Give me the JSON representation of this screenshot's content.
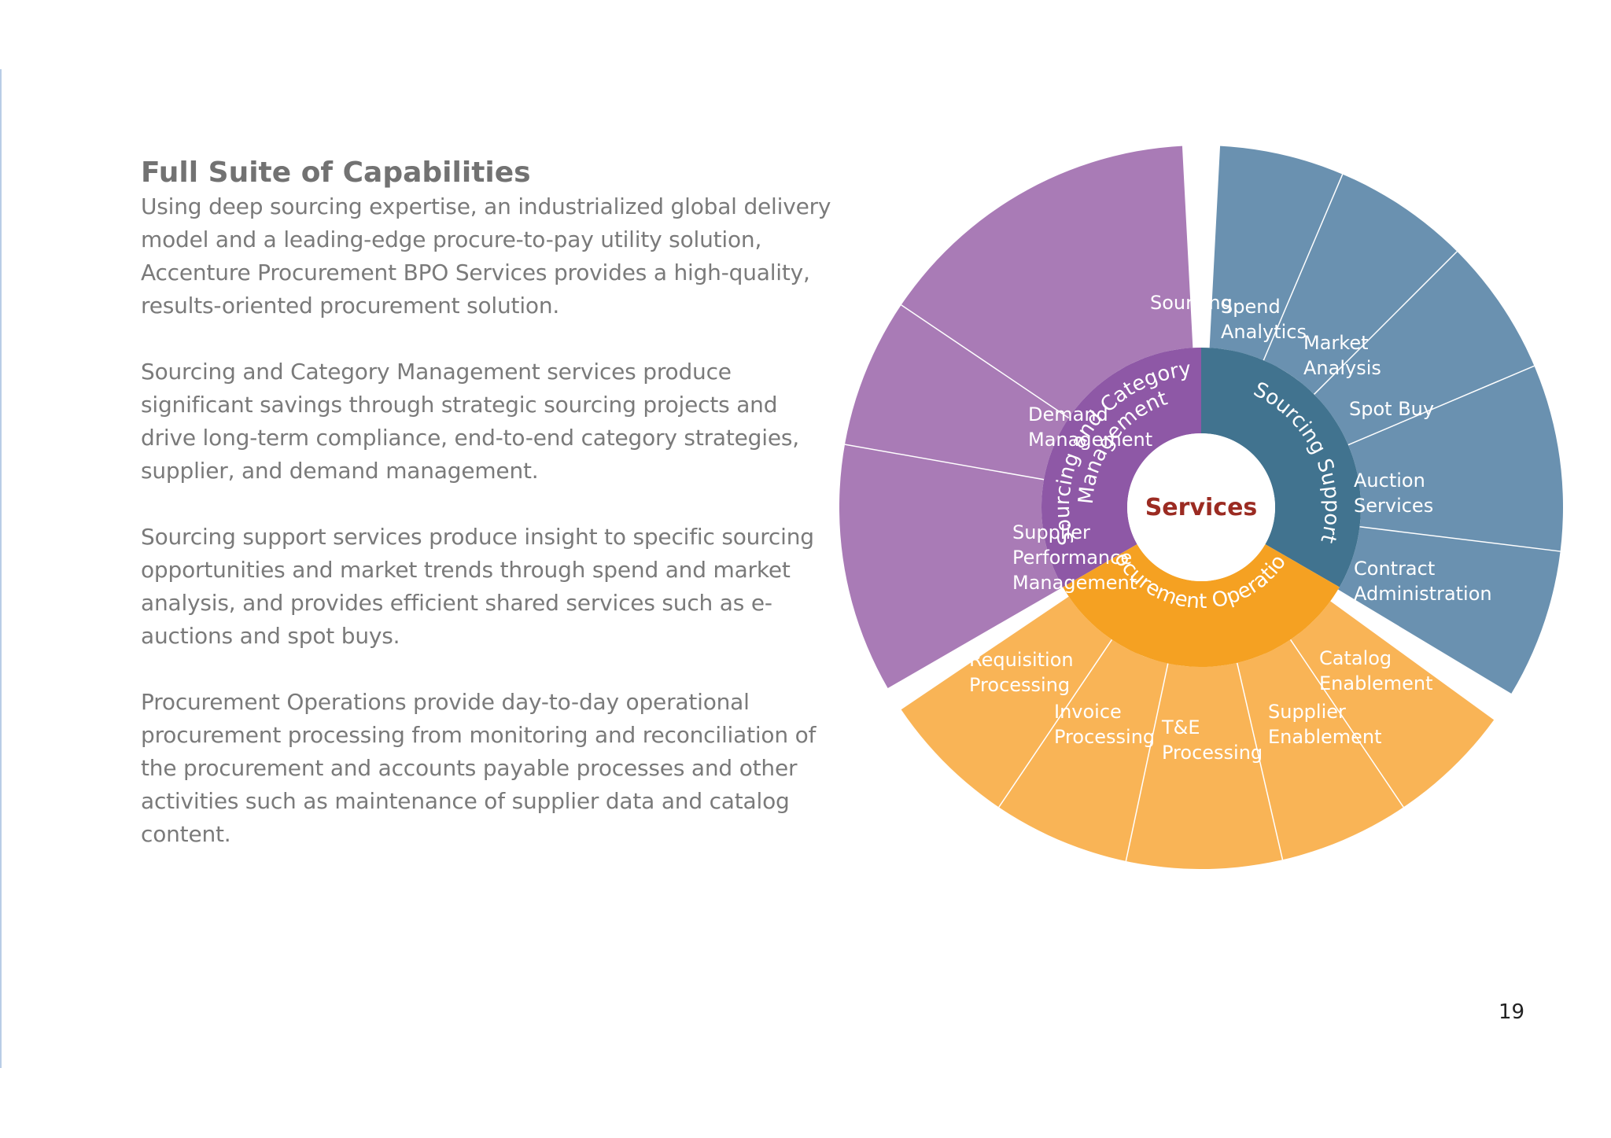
{
  "heading": "Full Suite of Capabilities",
  "paragraphs": [
    "Using deep sourcing expertise, an industrialized global delivery model and a leading-edge procure-to-pay utility solution, Accenture Procurement BPO Services provides a high-quality, results-oriented procurement solution.",
    "Sourcing and Category Management services produce significant savings through strategic sourcing projects and drive long-term compliance, end-to-end category strategies, supplier, and demand management.",
    "Sourcing support services produce insight to specific sourcing opportunities and market trends through spend and market analysis, and provides efficient shared services such as e-auctions and spot buys.",
    "Procurement Operations provide day-to-day operational procurement processing from monitoring and reconciliation of the procurement and accounts payable processes and other activities such as maintenance of supplier data and catalog content."
  ],
  "page_number": "19",
  "diagram": {
    "center": "Services",
    "colors": {
      "center_text": "#9b2b22",
      "purple_outer": "#a97bb6",
      "purple_inner": "#8e58a6",
      "blue_outer": "#6a91b0",
      "blue_inner": "#41738f",
      "orange_outer": "#f9b456",
      "orange_inner": "#f5a122"
    },
    "groups": [
      {
        "name": "Sourcing and Category Management",
        "name_lines": [
          "Sourcing and Category",
          "Management"
        ],
        "segments": [
          {
            "lines": [
              "Sourcing"
            ]
          },
          {
            "lines": [
              "Demand",
              "Management"
            ]
          },
          {
            "lines": [
              "Supplier",
              "Performance",
              "Management"
            ]
          }
        ]
      },
      {
        "name": "Sourcing Support",
        "name_lines": [
          "Sourcing Support"
        ],
        "segments": [
          {
            "lines": [
              "Spend",
              "Analytics"
            ]
          },
          {
            "lines": [
              "Market",
              "Analysis"
            ]
          },
          {
            "lines": [
              "Spot Buy"
            ]
          },
          {
            "lines": [
              "Auction",
              "Services"
            ]
          },
          {
            "lines": [
              "Contract",
              "Administration"
            ]
          }
        ]
      },
      {
        "name": "Procurement Operations",
        "name_lines": [
          "Procurement Operations"
        ],
        "segments": [
          {
            "lines": [
              "Requisition",
              "Processing"
            ]
          },
          {
            "lines": [
              "Invoice",
              "Processing"
            ]
          },
          {
            "lines": [
              "T&E",
              "Processing"
            ]
          },
          {
            "lines": [
              "Supplier",
              "Enablement"
            ]
          },
          {
            "lines": [
              "Catalog",
              "Enablement"
            ]
          }
        ]
      }
    ]
  }
}
